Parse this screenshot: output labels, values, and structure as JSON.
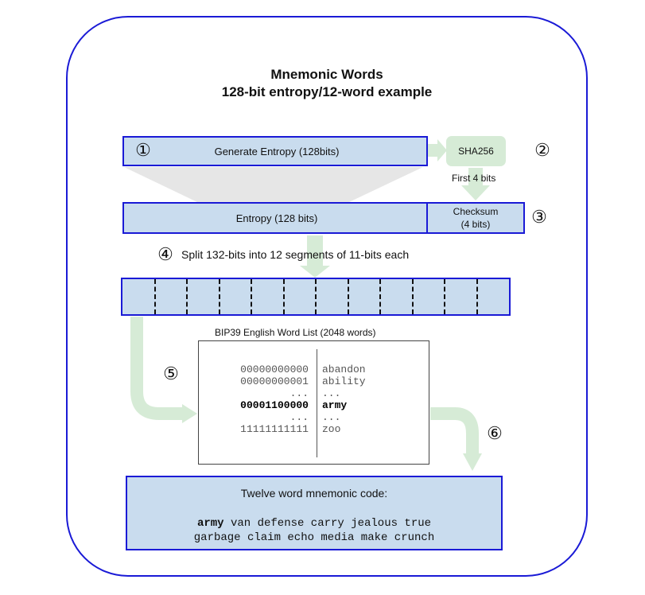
{
  "diagram": {
    "title_line1": "Mnemonic Words",
    "title_line2": "128-bit entropy/12-word example",
    "steps": {
      "s1": "①",
      "s2": "②",
      "s3": "③",
      "s4": "④",
      "s5": "⑤",
      "s6": "⑥"
    },
    "generate_entropy": "Generate Entropy (128bits)",
    "sha256": "SHA256",
    "first_4_bits": "First 4 bits",
    "entropy_128": "Entropy (128 bits)",
    "checksum_line1": "Checksum",
    "checksum_line2": "(4 bits)",
    "split_text": "Split 132-bits into 12 segments of 11-bits each",
    "segment_count": 12,
    "wordlist_title": "BIP39 English Word List (2048 words)",
    "wordlist_rows": [
      {
        "bits": "00000000000",
        "word": "abandon",
        "bold": false
      },
      {
        "bits": "00000000001",
        "word": "ability",
        "bold": false
      },
      {
        "bits": "...",
        "word": "...",
        "bold": false
      },
      {
        "bits": "00001100000",
        "word": "army",
        "bold": true
      },
      {
        "bits": "...",
        "word": "...",
        "bold": false
      },
      {
        "bits": "11111111111",
        "word": "zoo",
        "bold": false
      }
    ],
    "mnemonic_title": "Twelve word mnemonic code:",
    "mnemonic_first": "army",
    "mnemonic_line1_rest": " van defense carry jealous true",
    "mnemonic_line2": "garbage claim echo media make crunch"
  },
  "colors": {
    "border": "#1a1ad6",
    "box_fill": "#c9dcee",
    "arrow": "#d6ebd6",
    "funnel": "#e6e6e6"
  }
}
